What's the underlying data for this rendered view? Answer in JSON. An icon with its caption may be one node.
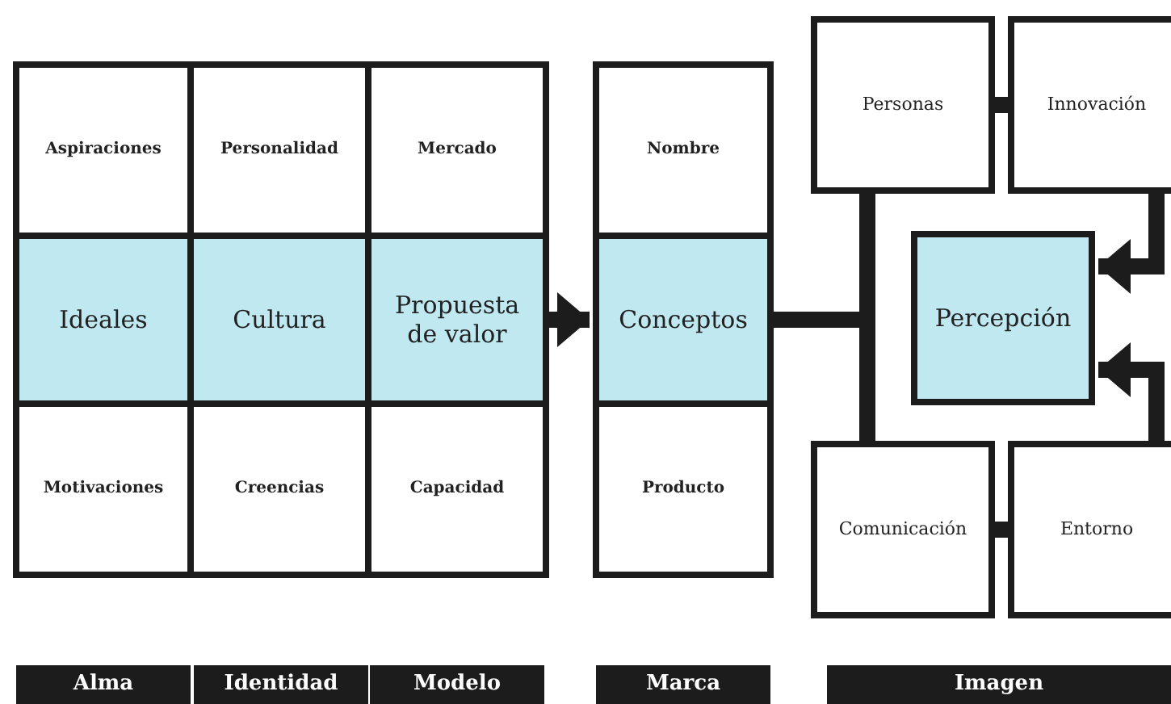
{
  "diagram": {
    "nodes": [
      {
        "text": [
          "Aspiraciones"
        ]
      },
      {
        "text": [
          "Personalidad"
        ]
      },
      {
        "text": [
          "Mercado"
        ]
      },
      {
        "text": [
          "Nombre"
        ]
      },
      {
        "text": [
          "Personas"
        ]
      },
      {
        "text": [
          "Innovación"
        ]
      },
      {
        "text": [
          "Ideales"
        ]
      },
      {
        "text": [
          "Cultura"
        ]
      },
      {
        "text": [
          "Propuesta de valor"
        ]
      },
      {
        "text": [
          "Conceptos"
        ]
      },
      {
        "text": [
          "Percepción"
        ]
      },
      {
        "text": [
          "Motivaciones"
        ]
      },
      {
        "text": [
          "Creencias"
        ]
      },
      {
        "text": [
          "Capacidad"
        ]
      },
      {
        "text": [
          "Producto"
        ]
      },
      {
        "text": [
          "Comunicación"
        ]
      },
      {
        "text": [
          "Entorno"
        ]
      }
    ],
    "edges": [
      {
        "from": 8,
        "to": 9,
        "arrow": "to"
      },
      {
        "from": 9,
        "to": 4,
        "arrow": "none"
      },
      {
        "from": 9,
        "to": 15,
        "arrow": "none"
      },
      {
        "from": 4,
        "to": 5,
        "arrow": "none"
      },
      {
        "from": 15,
        "to": 16,
        "arrow": "none"
      },
      {
        "from": 5,
        "to": 10,
        "arrow": "to"
      },
      {
        "from": 16,
        "to": 10,
        "arrow": "to"
      }
    ],
    "labels": [
      "Alma",
      "Identidad",
      "Modelo",
      "Marca",
      "Imagen"
    ]
  }
}
